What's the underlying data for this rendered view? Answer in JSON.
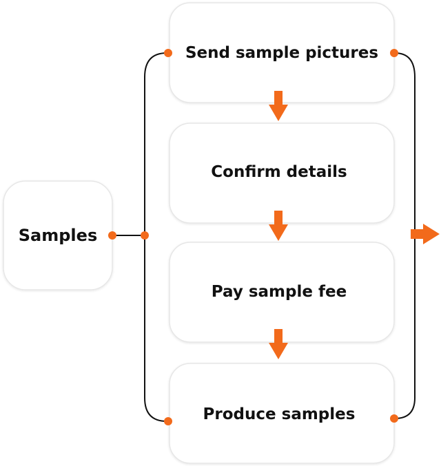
{
  "diagram": {
    "source": {
      "label": "Samples"
    },
    "steps": [
      {
        "label": "Send sample pictures"
      },
      {
        "label": "Confirm details"
      },
      {
        "label": "Pay sample fee"
      },
      {
        "label": "Produce samples"
      }
    ]
  },
  "colors": {
    "accent": "#f26a1b",
    "box_border": "#e6e6e6",
    "line": "#111111",
    "text": "#111111"
  }
}
